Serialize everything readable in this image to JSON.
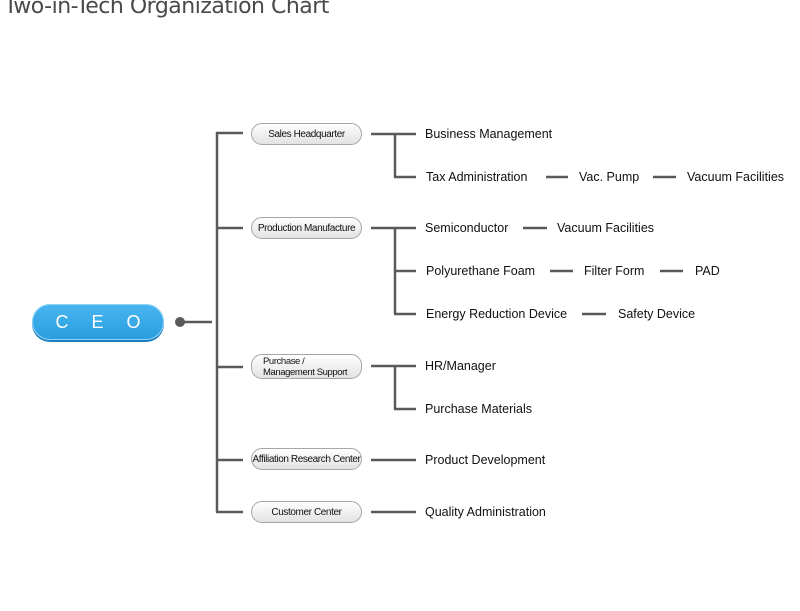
{
  "title": "Two-in-Tech Organization Chart",
  "ceo": {
    "label": "C E O"
  },
  "departments": [
    {
      "label": "Sales Headquarter"
    },
    {
      "label": "Production Manufacture"
    },
    {
      "label_line1": "Purchase /",
      "label_line2": "Management Support"
    },
    {
      "label": "Affiliation Research Center"
    },
    {
      "label": "Customer Center"
    }
  ],
  "sales": {
    "business_management": "Business Management",
    "tax_administration": "Tax Administration",
    "vac_pump": "Vac. Pump",
    "vacuum_facilities": "Vacuum Facilities"
  },
  "production": {
    "semiconductor": "Semiconductor",
    "vacuum_facilities": "Vacuum Facilities",
    "polyurethane_foam": "Polyurethane Foam",
    "filter_form": "Filter Form",
    "pad": "PAD",
    "energy_reduction_device": "Energy Reduction Device",
    "safety_device": "Safety Device"
  },
  "purchase": {
    "hr_manager": "HR/Manager",
    "purchase_materials": "Purchase Materials"
  },
  "research": {
    "product_development": "Product Development"
  },
  "customer": {
    "quality_administration": "Quality Administration"
  },
  "colors": {
    "ceo_blue": "#2a9ddf",
    "line_gray": "#5a5a5a",
    "title_gray": "#4a4a4a"
  }
}
